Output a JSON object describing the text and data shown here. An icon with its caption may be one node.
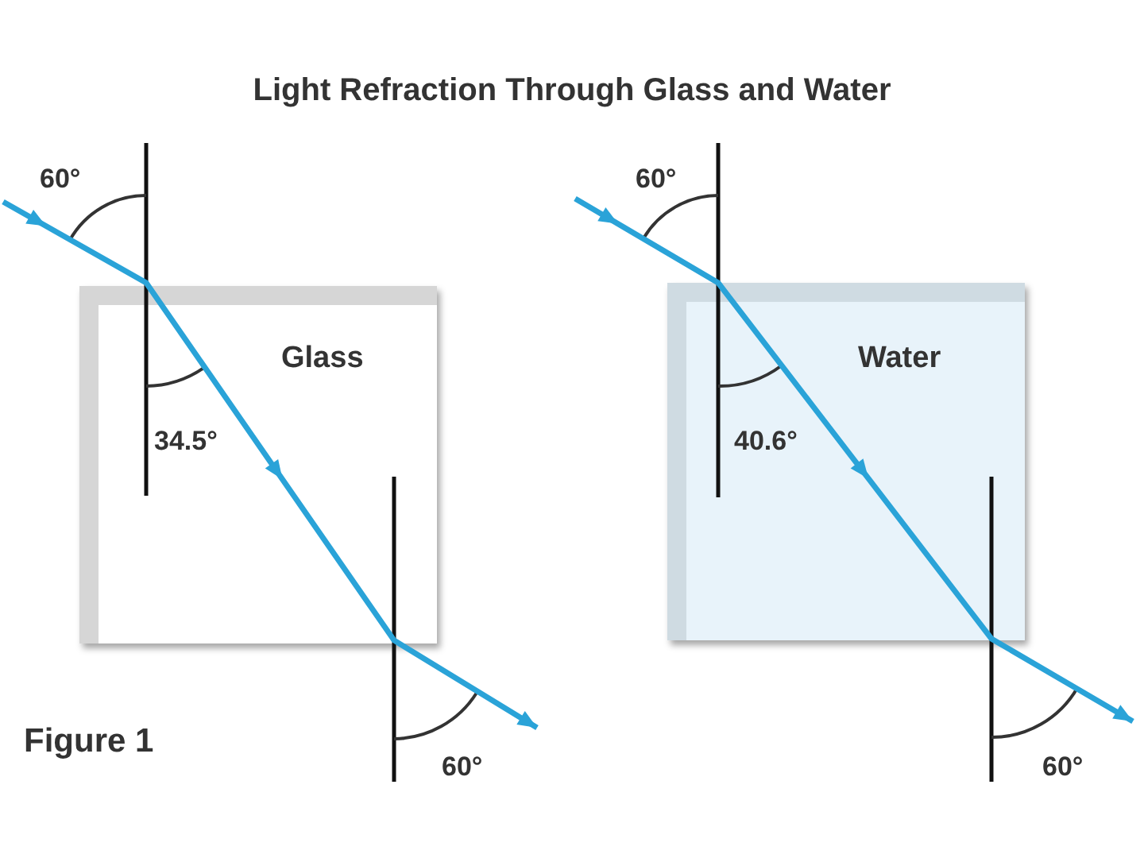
{
  "diagram": {
    "title": "Light Refraction Through Glass and Water",
    "nodes": [
      {
        "text": [
          "Glass"
        ]
      },
      {
        "text": [
          "Water"
        ]
      }
    ],
    "labels": [
      "60°",
      "60°",
      "34.5°",
      "40.6°",
      "Figure 1",
      "60°",
      "60°"
    ]
  }
}
